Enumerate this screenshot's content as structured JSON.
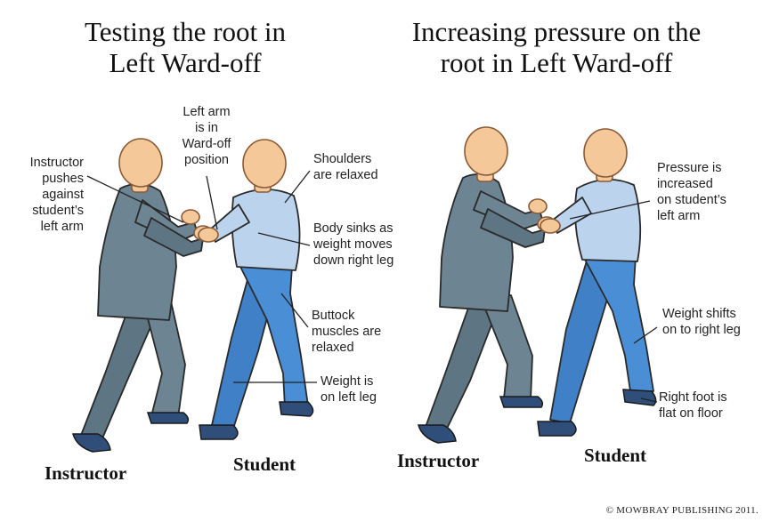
{
  "panels": [
    {
      "title_lines": [
        "Testing the root in",
        "Left Ward-off"
      ],
      "annotations": [
        {
          "id": "instructor-pushes",
          "lines": [
            "Instructor",
            "pushes",
            "against",
            "student’s",
            "left arm"
          ]
        },
        {
          "id": "left-arm-wardoff",
          "lines": [
            "Left arm",
            "is in",
            "Ward-off",
            "position"
          ]
        },
        {
          "id": "shoulders-relaxed",
          "lines": [
            "Shoulders",
            "are relaxed"
          ]
        },
        {
          "id": "body-sinks",
          "lines": [
            "Body sinks as",
            "weight moves",
            "down right leg"
          ]
        },
        {
          "id": "buttock-relaxed",
          "lines": [
            "Buttock",
            "muscles are",
            "relaxed"
          ]
        },
        {
          "id": "weight-left-leg",
          "lines": [
            "Weight is",
            "on left leg"
          ]
        }
      ],
      "labels": {
        "instructor": "Instructor",
        "student": "Student"
      }
    },
    {
      "title_lines": [
        "Increasing pressure on the",
        "root in Left Ward-off"
      ],
      "annotations": [
        {
          "id": "pressure-increased",
          "lines": [
            "Pressure is",
            "increased",
            "on student’s",
            "left arm"
          ]
        },
        {
          "id": "weight-shifts",
          "lines": [
            "Weight shifts",
            "on to right leg"
          ]
        },
        {
          "id": "right-foot-flat",
          "lines": [
            "Right foot is",
            "flat on floor"
          ]
        }
      ],
      "labels": {
        "instructor": "Instructor",
        "student": "Student"
      }
    }
  ],
  "copyright": "© MOWBRAY PUBLISHING 2011.",
  "colors": {
    "skin": "#f5c89a",
    "skin_outline": "#7a4a2a",
    "instructor_suit": "#6d8492",
    "instructor_dark": "#556b78",
    "student_shirt": "#bcd3ee",
    "student_pants": "#4a8fd6",
    "shoes": "#2f4f7a",
    "outline": "#222222"
  }
}
